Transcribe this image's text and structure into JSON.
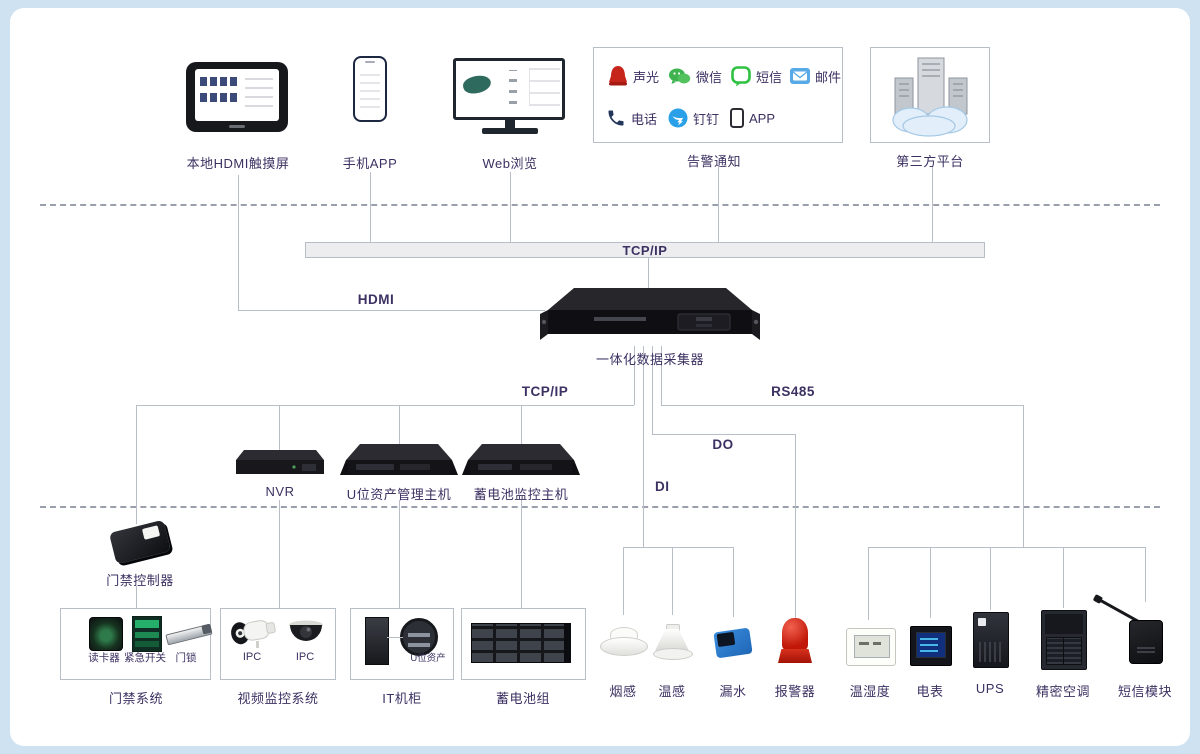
{
  "colors": {
    "background": "#cfe2f2",
    "canvas": "#ffffff",
    "line": "#b8bec8",
    "dashed_line": "#78818f",
    "text": "#3c3162",
    "siren_red": "#c5251b",
    "wechat_green": "#3eb34f",
    "sms_green": "#2fc142",
    "email_blue": "#58a9e6",
    "dingtalk_blue": "#2aa0e8",
    "alarm_red": "#d3281b",
    "water_leak_blue": "#2a7fd0"
  },
  "top_row": {
    "hdmi_screen": {
      "label": "本地HDMI触摸屏"
    },
    "mobile_app": {
      "label": "手机APP"
    },
    "web_browser": {
      "label": "Web浏览"
    },
    "alarm_notify": {
      "label": "告警通知",
      "channels": [
        {
          "icon": "siren-icon",
          "label": "声光"
        },
        {
          "icon": "wechat-icon",
          "label": "微信"
        },
        {
          "icon": "sms-icon",
          "label": "短信"
        },
        {
          "icon": "email-icon",
          "label": "邮件"
        },
        {
          "icon": "phone-icon",
          "label": "电话"
        },
        {
          "icon": "dingtalk-icon",
          "label": "钉钉"
        },
        {
          "icon": "app-icon",
          "label": "APP"
        }
      ]
    },
    "third_party": {
      "label": "第三方平台"
    }
  },
  "links": {
    "tcpip_top": "TCP/IP",
    "hdmi": "HDMI",
    "tcpip_mid": "TCP/IP",
    "rs485": "RS485",
    "do": "DO",
    "di": "DI"
  },
  "collector": {
    "label": "一体化数据采集器"
  },
  "middle_devices": [
    {
      "label": "NVR"
    },
    {
      "label": "U位资产管理主机"
    },
    {
      "label": "蓄电池监控主机"
    }
  ],
  "access_controller": {
    "label": "门禁控制器"
  },
  "groups": [
    {
      "label": "门禁系统",
      "items": [
        {
          "label": "读卡器"
        },
        {
          "label": "紧急开关"
        },
        {
          "label": "门锁"
        }
      ]
    },
    {
      "label": "视频监控系统",
      "items": [
        {
          "label": "IPC"
        },
        {
          "label": "IPC"
        }
      ]
    },
    {
      "label": "IT机柜",
      "items": [
        {
          "label": "U位资产"
        }
      ]
    },
    {
      "label": "蓄电池组",
      "items": []
    }
  ],
  "sensors": [
    {
      "label": "烟感"
    },
    {
      "label": "温感"
    },
    {
      "label": "漏水"
    },
    {
      "label": "报警器"
    },
    {
      "label": "温湿度"
    },
    {
      "label": "电表"
    },
    {
      "label": "UPS"
    },
    {
      "label": "精密空调"
    },
    {
      "label": "短信模块"
    }
  ]
}
